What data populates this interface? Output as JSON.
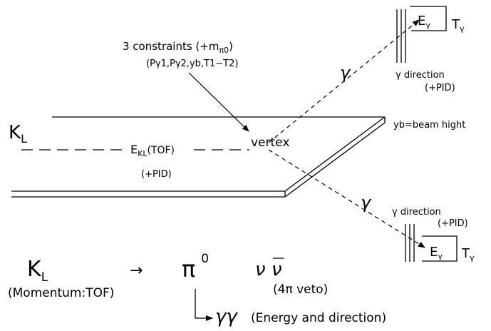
{
  "constraints": {
    "title": "3 constraints (+m",
    "title_sub": "π0",
    "title_close": ")",
    "list": "(Pγ1,Pγ2,yb,T1−T2)"
  },
  "upper_detector": {
    "energy_main": "E",
    "energy_sub": "γ",
    "time_main": "T",
    "time_sub": "γ",
    "direction": "γ direction",
    "pid": "(+PID)"
  },
  "lower_detector": {
    "energy_main": "E",
    "energy_sub": "γ",
    "time_main": "T",
    "time_sub": "γ",
    "direction": "γ direction",
    "pid": "(+PID)"
  },
  "gamma_upper": "γ",
  "gamma_lower": "γ",
  "beam": {
    "kl_main": "K",
    "kl_sub": "L",
    "energy_main": "E",
    "energy_sub": "KL",
    "energy_tail": "(TOF)",
    "energy_pid": "(+PID)",
    "vertex": "vertex",
    "yb_label": "yb=beam hight"
  },
  "decay": {
    "kl_main": "K",
    "kl_sub": "L",
    "arrow": "→",
    "pi0_main": "π",
    "pi0_sup": "0",
    "nu": "ν",
    "nubar": "ν",
    "momentum": "(Momentum:TOF)",
    "veto": "(4π veto)",
    "gg": "γγ",
    "gg_note": "(Energy and direction)"
  }
}
